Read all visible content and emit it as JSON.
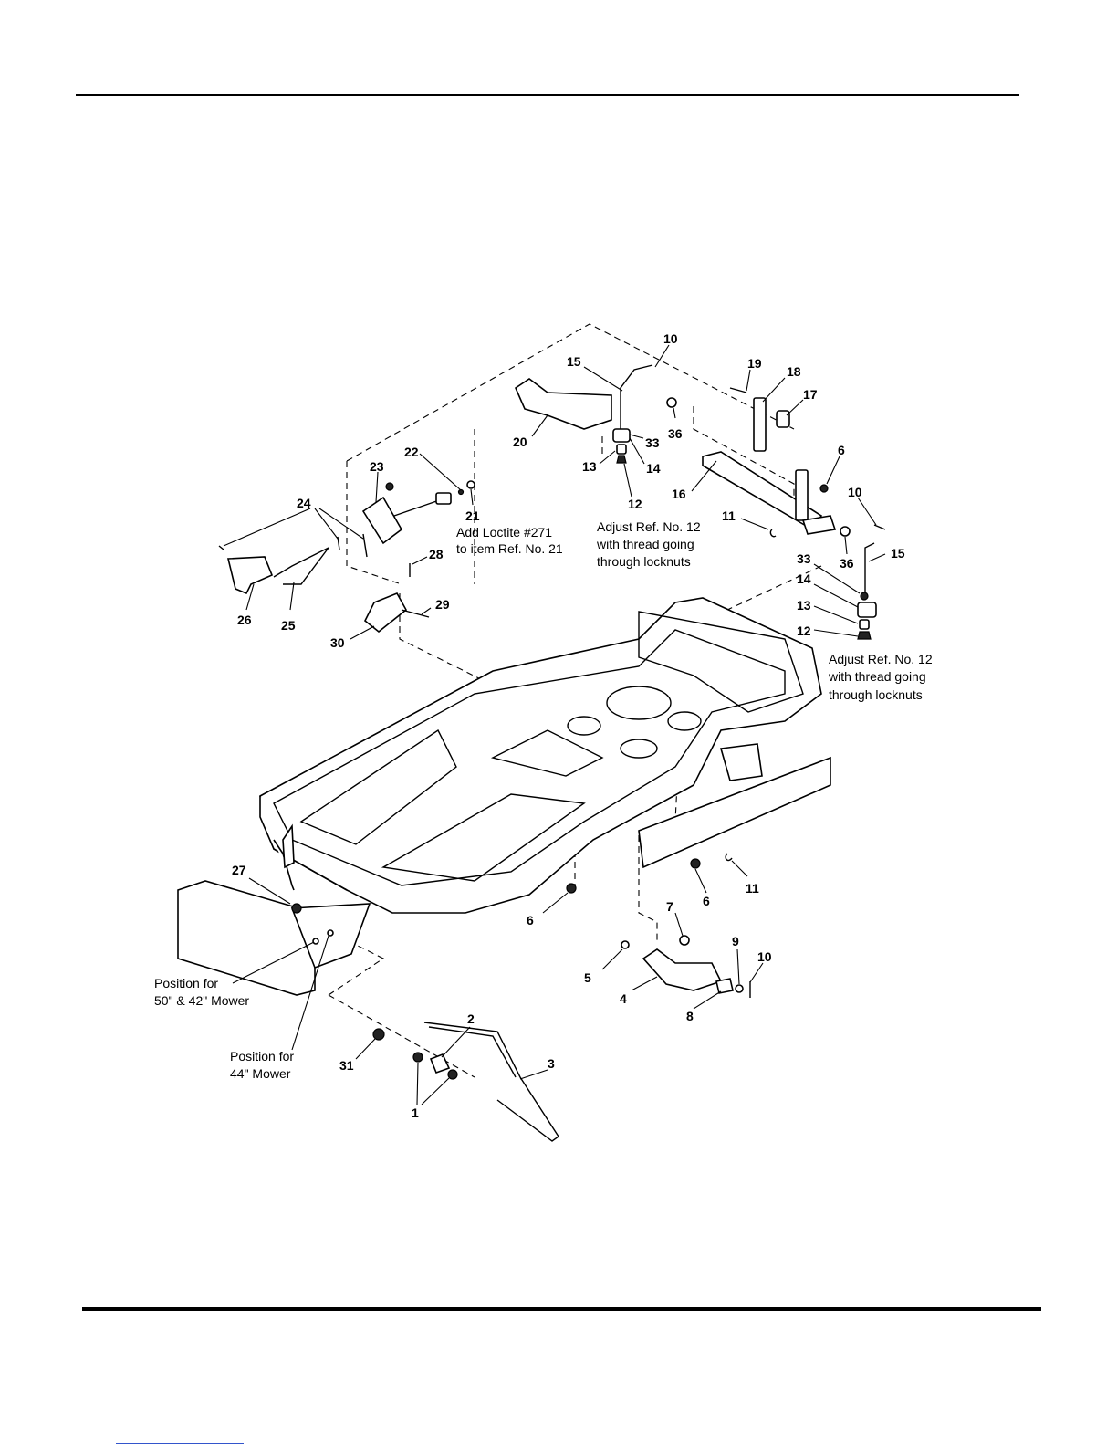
{
  "notes": {
    "loctite_line1": "Add Loctite #271",
    "loctite_line2": "to item Ref. No. 21",
    "adjust_top_line1": "Adjust Ref. No. 12",
    "adjust_top_line2": "with thread going",
    "adjust_top_line3": "through locknuts",
    "adjust_right_line1": "Adjust Ref. No. 12",
    "adjust_right_line2": "with thread going",
    "adjust_right_line3": "through locknuts",
    "position_50_line1": "Position for",
    "position_50_line2": "50\" & 42\" Mower",
    "position_44_line1": "Position for",
    "position_44_line2": "44\" Mower"
  },
  "callouts": [
    {
      "id": "c10a",
      "label": "10"
    },
    {
      "id": "c15a",
      "label": "15"
    },
    {
      "id": "c19",
      "label": "19"
    },
    {
      "id": "c18",
      "label": "18"
    },
    {
      "id": "c17",
      "label": "17"
    },
    {
      "id": "c36a",
      "label": "36"
    },
    {
      "id": "c33a",
      "label": "33"
    },
    {
      "id": "c20",
      "label": "20"
    },
    {
      "id": "c13a",
      "label": "13"
    },
    {
      "id": "c14a",
      "label": "14"
    },
    {
      "id": "c12a",
      "label": "12"
    },
    {
      "id": "c6a",
      "label": "6"
    },
    {
      "id": "c16",
      "label": "16"
    },
    {
      "id": "c10b",
      "label": "10"
    },
    {
      "id": "c11a",
      "label": "11"
    },
    {
      "id": "c36b",
      "label": "36"
    },
    {
      "id": "c15b",
      "label": "15"
    },
    {
      "id": "c33b",
      "label": "33"
    },
    {
      "id": "c14b",
      "label": "14"
    },
    {
      "id": "c13b",
      "label": "13"
    },
    {
      "id": "c12b",
      "label": "12"
    },
    {
      "id": "c22",
      "label": "22"
    },
    {
      "id": "c23",
      "label": "23"
    },
    {
      "id": "c21",
      "label": "21"
    },
    {
      "id": "c24",
      "label": "24"
    },
    {
      "id": "c28",
      "label": "28"
    },
    {
      "id": "c29",
      "label": "29"
    },
    {
      "id": "c26",
      "label": "26"
    },
    {
      "id": "c25",
      "label": "25"
    },
    {
      "id": "c30",
      "label": "30"
    },
    {
      "id": "c27",
      "label": "27"
    },
    {
      "id": "c6b",
      "label": "6"
    },
    {
      "id": "c6c",
      "label": "6"
    },
    {
      "id": "c11b",
      "label": "11"
    },
    {
      "id": "c7",
      "label": "7"
    },
    {
      "id": "c9",
      "label": "9"
    },
    {
      "id": "c10c",
      "label": "10"
    },
    {
      "id": "c5",
      "label": "5"
    },
    {
      "id": "c4",
      "label": "4"
    },
    {
      "id": "c8",
      "label": "8"
    },
    {
      "id": "c2",
      "label": "2"
    },
    {
      "id": "c3",
      "label": "3"
    },
    {
      "id": "c31",
      "label": "31"
    },
    {
      "id": "c1",
      "label": "1"
    }
  ]
}
